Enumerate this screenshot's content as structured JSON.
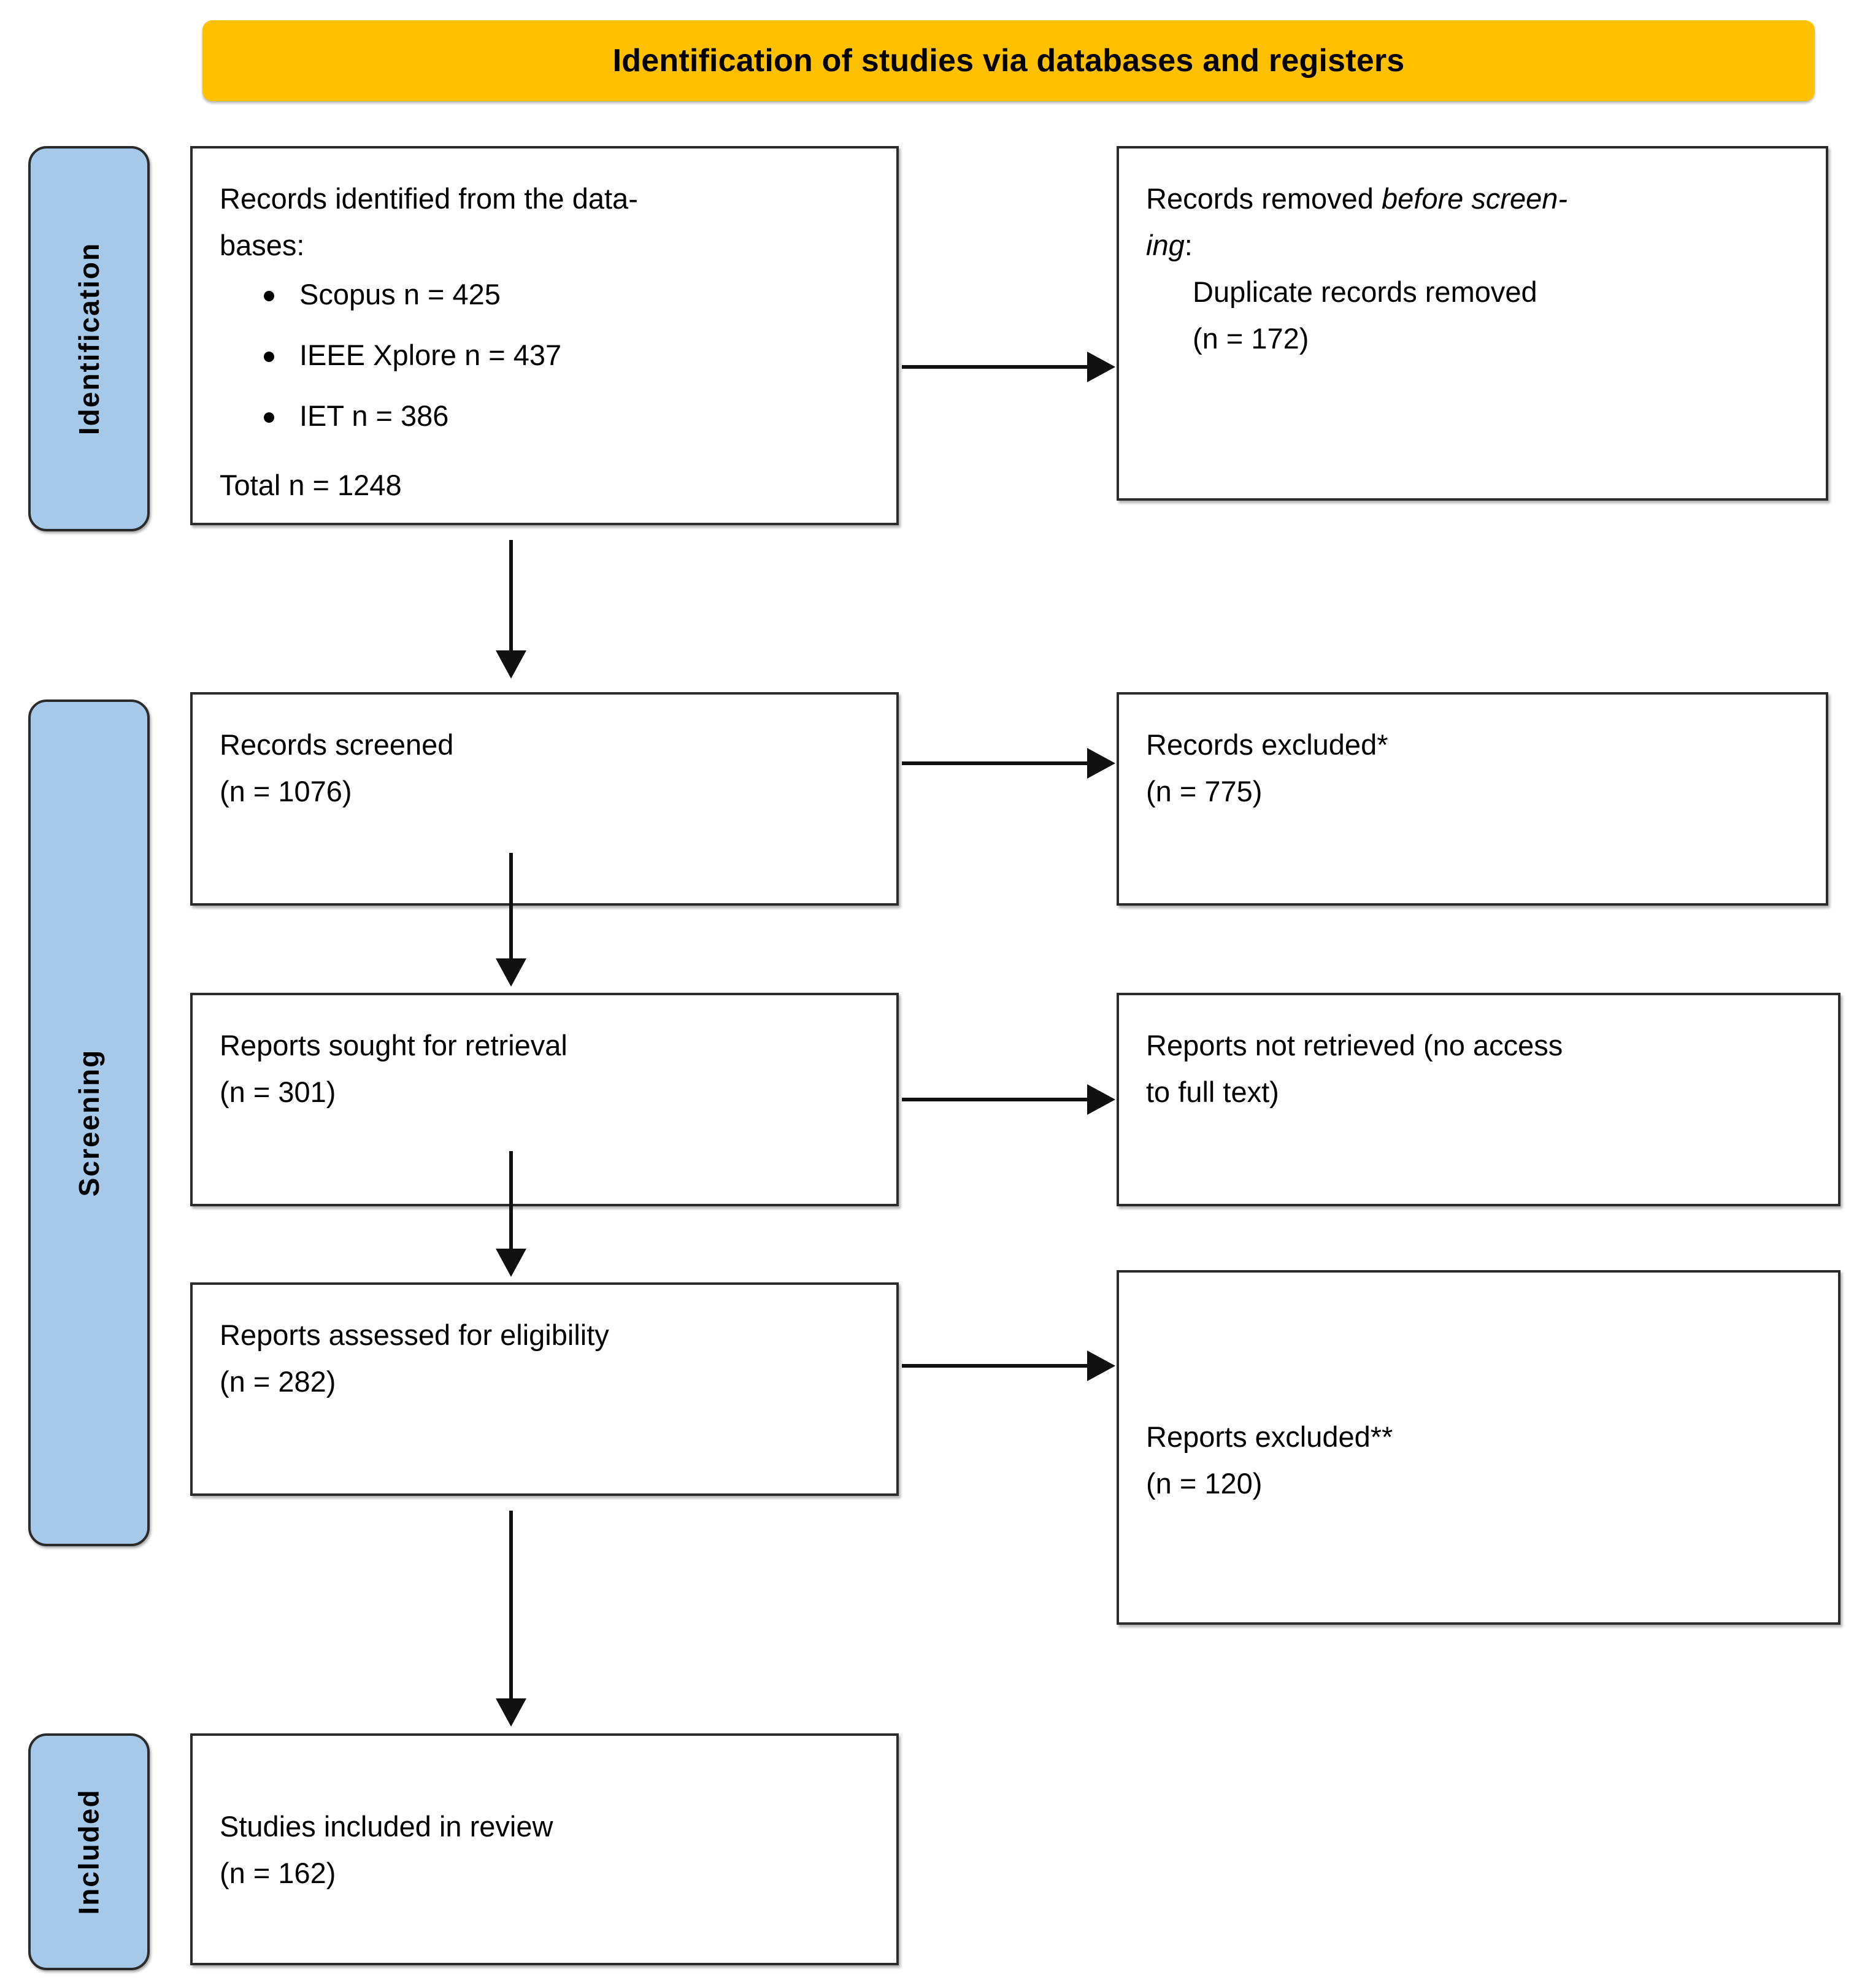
{
  "header": {
    "title": "Identification of studies via databases and registers",
    "background_color": "#FFC000"
  },
  "stages": {
    "accent_color": "#A6C9EA",
    "identification": "Identification",
    "screening": "Screening",
    "included": "Included"
  },
  "boxes": {
    "identified": {
      "heading": "Records identified from the data-",
      "heading_line2": "bases:",
      "sources": [
        "Scopus n = 425",
        "IEEE Xplore n = 437",
        "IET n = 386"
      ],
      "total": "Total n = 1248"
    },
    "removed": {
      "heading_plain": "Records removed ",
      "heading_italic": "before screen-",
      "heading_italic_line2": "ing",
      "heading_colon": ":",
      "detail": "Duplicate records removed",
      "count": "(n = 172)"
    },
    "screened": {
      "label": "Records screened",
      "count": "(n = 1076)"
    },
    "excluded": {
      "label": "Records excluded*",
      "count": "(n = 775)"
    },
    "sought": {
      "label": "Reports sought for retrieval",
      "count": "(n = 301)"
    },
    "not_retrieved": {
      "label_line1": "Reports not retrieved (no access",
      "label_line2": "to full text)"
    },
    "assessed": {
      "label": "Reports assessed for eligibility",
      "count": "(n = 282)"
    },
    "reports_excluded": {
      "label": "Reports excluded**",
      "count": "(n = 120)"
    },
    "studies_included": {
      "label": "Studies included in review",
      "count": "(n = 162)"
    }
  },
  "chart_data": {
    "type": "diagram",
    "title": "Identification of studies via databases and registers",
    "nodes": [
      {
        "stage": "Identification",
        "label": "Records identified from the databases",
        "value": 1248,
        "breakdown": [
          {
            "name": "Scopus",
            "n": 425
          },
          {
            "name": "IEEE Xplore",
            "n": 437
          },
          {
            "name": "IET",
            "n": 386
          }
        ]
      },
      {
        "stage": "Identification",
        "label": "Duplicate records removed before screening",
        "value": 172
      },
      {
        "stage": "Screening",
        "label": "Records screened",
        "value": 1076
      },
      {
        "stage": "Screening",
        "label": "Records excluded*",
        "value": 775
      },
      {
        "stage": "Screening",
        "label": "Reports sought for retrieval",
        "value": 301
      },
      {
        "stage": "Screening",
        "label": "Reports not retrieved (no access to full text)",
        "value": null
      },
      {
        "stage": "Screening",
        "label": "Reports assessed for eligibility",
        "value": 282
      },
      {
        "stage": "Screening",
        "label": "Reports excluded**",
        "value": 120
      },
      {
        "stage": "Included",
        "label": "Studies included in review",
        "value": 162
      }
    ]
  }
}
